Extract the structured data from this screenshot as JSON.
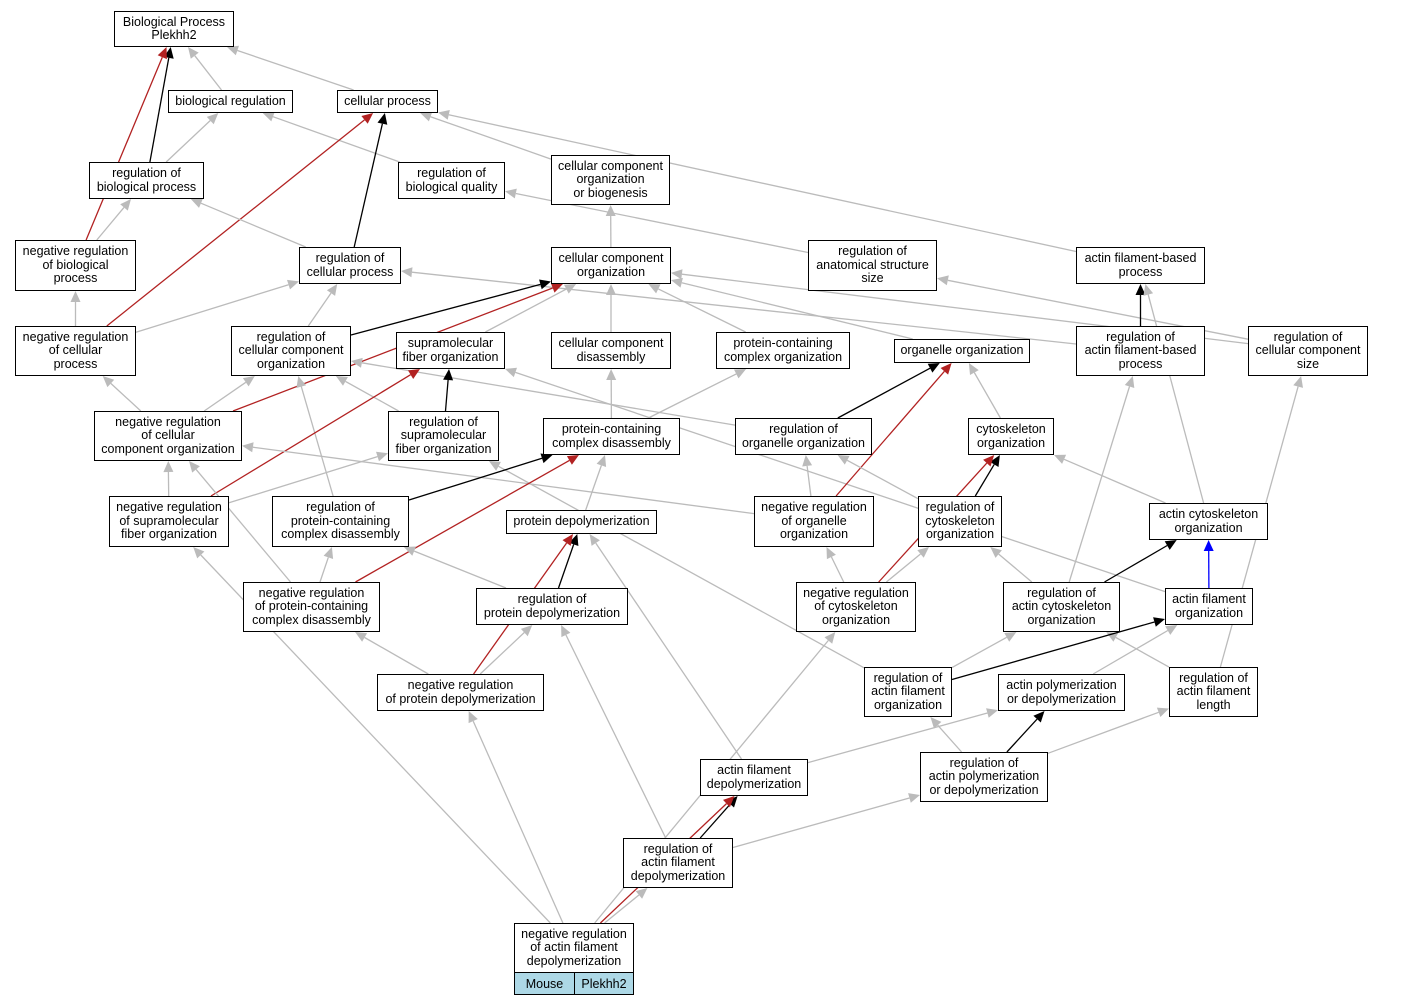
{
  "colors": {
    "is_a": "#bbbbbb",
    "part_of": "#000000",
    "negatively_regulates": "#b22222",
    "regulates": "#0000ff",
    "tag_fill": "#add8e6"
  },
  "nodes": {
    "bp": [
      "Biological Process",
      "Plekhh2"
    ],
    "breg": [
      "biological regulation"
    ],
    "cp": [
      "cellular process"
    ],
    "rbp": [
      "regulation of",
      "biological process"
    ],
    "rbq": [
      "regulation of",
      "biological quality"
    ],
    "ccob": [
      "cellular component",
      "organization",
      "or biogenesis"
    ],
    "nrbp": [
      "negative regulation",
      "of biological",
      "process"
    ],
    "rcp": [
      "regulation of",
      "cellular process"
    ],
    "cco": [
      "cellular component",
      "organization"
    ],
    "rass": [
      "regulation of",
      "anatomical structure",
      "size"
    ],
    "afbp": [
      "actin filament-based",
      "process"
    ],
    "nrcp": [
      "negative regulation",
      "of cellular",
      "process"
    ],
    "rcco": [
      "regulation of",
      "cellular component",
      "organization"
    ],
    "sfo": [
      "supramolecular",
      "fiber organization"
    ],
    "ccd": [
      "cellular component",
      "disassembly"
    ],
    "pcco": [
      "protein-containing",
      "complex organization"
    ],
    "oo": [
      "organelle organization"
    ],
    "rafbp": [
      "regulation of",
      "actin filament-based",
      "process"
    ],
    "rccs": [
      "regulation of",
      "cellular component",
      "size"
    ],
    "nrcco": [
      "negative regulation",
      "of cellular",
      "component organization"
    ],
    "rsfo": [
      "regulation of",
      "supramolecular",
      "fiber organization"
    ],
    "pcd": [
      "protein-containing",
      "complex disassembly"
    ],
    "roo": [
      "regulation of",
      "organelle organization"
    ],
    "co": [
      "cytoskeleton",
      "organization"
    ],
    "nrsfo": [
      "negative regulation",
      "of supramolecular",
      "fiber organization"
    ],
    "rpcd": [
      "regulation of",
      "protein-containing",
      "complex disassembly"
    ],
    "pdep": [
      "protein depolymerization"
    ],
    "nroo": [
      "negative regulation",
      "of organelle",
      "organization"
    ],
    "rco": [
      "regulation of",
      "cytoskeleton",
      "organization"
    ],
    "aco": [
      "actin cytoskeleton",
      "organization"
    ],
    "nrpcd": [
      "negative regulation",
      "of protein-containing",
      "complex disassembly"
    ],
    "rpdep": [
      "regulation of",
      "protein depolymerization"
    ],
    "nrco": [
      "negative regulation",
      "of cytoskeleton",
      "organization"
    ],
    "raco": [
      "regulation of",
      "actin cytoskeleton",
      "organization"
    ],
    "afo": [
      "actin filament",
      "organization"
    ],
    "nrpdep": [
      "negative regulation",
      "of protein depolymerization"
    ],
    "rafo": [
      "regulation of",
      "actin filament",
      "organization"
    ],
    "apd": [
      "actin polymerization",
      "or depolymerization"
    ],
    "rafl": [
      "regulation of",
      "actin filament",
      "length"
    ],
    "afd": [
      "actin filament",
      "depolymerization"
    ],
    "rapd": [
      "regulation of",
      "actin polymerization",
      "or depolymerization"
    ],
    "rafd": [
      "regulation of",
      "actin filament",
      "depolymerization"
    ],
    "target": [
      "negative regulation",
      "of actin filament",
      "depolymerization"
    ]
  },
  "tags": {
    "species": "Mouse",
    "gene": "Plekhh2"
  },
  "edges": [
    {
      "from": "breg",
      "to": "bp",
      "type": "is_a"
    },
    {
      "from": "cp",
      "to": "bp",
      "type": "is_a"
    },
    {
      "from": "rbp",
      "to": "bp",
      "type": "part_of"
    },
    {
      "from": "nrbp",
      "to": "bp",
      "type": "negatively_regulates"
    },
    {
      "from": "rbp",
      "to": "breg",
      "type": "is_a"
    },
    {
      "from": "rbq",
      "to": "breg",
      "type": "is_a"
    },
    {
      "from": "ccob",
      "to": "cp",
      "type": "is_a"
    },
    {
      "from": "afbp",
      "to": "cp",
      "type": "is_a"
    },
    {
      "from": "rcp",
      "to": "cp",
      "type": "part_of"
    },
    {
      "from": "nrcp",
      "to": "cp",
      "type": "negatively_regulates"
    },
    {
      "from": "nrbp",
      "to": "rbp",
      "type": "is_a"
    },
    {
      "from": "rcp",
      "to": "rbp",
      "type": "is_a"
    },
    {
      "from": "rass",
      "to": "rbq",
      "type": "is_a"
    },
    {
      "from": "cco",
      "to": "ccob",
      "type": "is_a"
    },
    {
      "from": "nrcp",
      "to": "nrbp",
      "type": "is_a"
    },
    {
      "from": "nrcp",
      "to": "rcp",
      "type": "is_a"
    },
    {
      "from": "rcco",
      "to": "rcp",
      "type": "is_a"
    },
    {
      "from": "rafbp",
      "to": "rcp",
      "type": "is_a"
    },
    {
      "from": "sfo",
      "to": "cco",
      "type": "is_a"
    },
    {
      "from": "ccd",
      "to": "cco",
      "type": "is_a"
    },
    {
      "from": "pcco",
      "to": "cco",
      "type": "is_a"
    },
    {
      "from": "oo",
      "to": "cco",
      "type": "is_a"
    },
    {
      "from": "rccs",
      "to": "cco",
      "type": "is_a"
    },
    {
      "from": "rcco",
      "to": "cco",
      "type": "part_of"
    },
    {
      "from": "nrcco",
      "to": "cco",
      "type": "negatively_regulates"
    },
    {
      "from": "rccs",
      "to": "rass",
      "type": "is_a"
    },
    {
      "from": "rafbp",
      "to": "afbp",
      "type": "part_of"
    },
    {
      "from": "aco",
      "to": "afbp",
      "type": "is_a"
    },
    {
      "from": "nrcco",
      "to": "nrcp",
      "type": "is_a"
    },
    {
      "from": "nrcco",
      "to": "rcco",
      "type": "is_a"
    },
    {
      "from": "rsfo",
      "to": "rcco",
      "type": "is_a"
    },
    {
      "from": "rpcd",
      "to": "rcco",
      "type": "is_a"
    },
    {
      "from": "roo",
      "to": "rcco",
      "type": "is_a"
    },
    {
      "from": "rsfo",
      "to": "sfo",
      "type": "part_of"
    },
    {
      "from": "nrsfo",
      "to": "sfo",
      "type": "negatively_regulates"
    },
    {
      "from": "afo",
      "to": "sfo",
      "type": "is_a"
    },
    {
      "from": "pcd",
      "to": "ccd",
      "type": "is_a"
    },
    {
      "from": "pcd",
      "to": "pcco",
      "type": "is_a"
    },
    {
      "from": "roo",
      "to": "oo",
      "type": "part_of"
    },
    {
      "from": "nroo",
      "to": "oo",
      "type": "negatively_regulates"
    },
    {
      "from": "co",
      "to": "oo",
      "type": "is_a"
    },
    {
      "from": "raco",
      "to": "rafbp",
      "type": "is_a"
    },
    {
      "from": "rafl",
      "to": "rccs",
      "type": "is_a"
    },
    {
      "from": "nrsfo",
      "to": "nrcco",
      "type": "is_a"
    },
    {
      "from": "nrpcd",
      "to": "nrcco",
      "type": "is_a"
    },
    {
      "from": "nroo",
      "to": "nrcco",
      "type": "is_a"
    },
    {
      "from": "nrsfo",
      "to": "rsfo",
      "type": "is_a"
    },
    {
      "from": "rafo",
      "to": "rsfo",
      "type": "is_a"
    },
    {
      "from": "rpcd",
      "to": "pcd",
      "type": "part_of"
    },
    {
      "from": "nrpcd",
      "to": "pcd",
      "type": "negatively_regulates"
    },
    {
      "from": "pdep",
      "to": "pcd",
      "type": "is_a"
    },
    {
      "from": "nroo",
      "to": "roo",
      "type": "is_a"
    },
    {
      "from": "rco",
      "to": "roo",
      "type": "is_a"
    },
    {
      "from": "rco",
      "to": "co",
      "type": "part_of"
    },
    {
      "from": "nrco",
      "to": "co",
      "type": "negatively_regulates"
    },
    {
      "from": "aco",
      "to": "co",
      "type": "is_a"
    },
    {
      "from": "target",
      "to": "nrsfo",
      "type": "is_a"
    },
    {
      "from": "nrpcd",
      "to": "rpcd",
      "type": "is_a"
    },
    {
      "from": "rpdep",
      "to": "rpcd",
      "type": "is_a"
    },
    {
      "from": "rpdep",
      "to": "pdep",
      "type": "part_of"
    },
    {
      "from": "nrpdep",
      "to": "pdep",
      "type": "negatively_regulates"
    },
    {
      "from": "afd",
      "to": "pdep",
      "type": "is_a"
    },
    {
      "from": "nrco",
      "to": "nroo",
      "type": "is_a"
    },
    {
      "from": "nrco",
      "to": "rco",
      "type": "is_a"
    },
    {
      "from": "raco",
      "to": "rco",
      "type": "is_a"
    },
    {
      "from": "raco",
      "to": "aco",
      "type": "part_of"
    },
    {
      "from": "afo",
      "to": "aco",
      "type": "regulates"
    },
    {
      "from": "nrpdep",
      "to": "nrpcd",
      "type": "is_a"
    },
    {
      "from": "nrpdep",
      "to": "rpdep",
      "type": "is_a"
    },
    {
      "from": "rafd",
      "to": "rpdep",
      "type": "is_a"
    },
    {
      "from": "target",
      "to": "nrco",
      "type": "is_a"
    },
    {
      "from": "rafo",
      "to": "raco",
      "type": "is_a"
    },
    {
      "from": "rafl",
      "to": "raco",
      "type": "is_a"
    },
    {
      "from": "rafo",
      "to": "afo",
      "type": "part_of"
    },
    {
      "from": "apd",
      "to": "afo",
      "type": "is_a"
    },
    {
      "from": "target",
      "to": "nrpdep",
      "type": "is_a"
    },
    {
      "from": "rapd",
      "to": "rafo",
      "type": "is_a"
    },
    {
      "from": "rapd",
      "to": "apd",
      "type": "part_of"
    },
    {
      "from": "afd",
      "to": "apd",
      "type": "is_a"
    },
    {
      "from": "rapd",
      "to": "rafl",
      "type": "is_a"
    },
    {
      "from": "rafd",
      "to": "afd",
      "type": "part_of"
    },
    {
      "from": "target",
      "to": "afd",
      "type": "negatively_regulates"
    },
    {
      "from": "rafd",
      "to": "rapd",
      "type": "is_a"
    },
    {
      "from": "target",
      "to": "rafd",
      "type": "is_a"
    }
  ]
}
